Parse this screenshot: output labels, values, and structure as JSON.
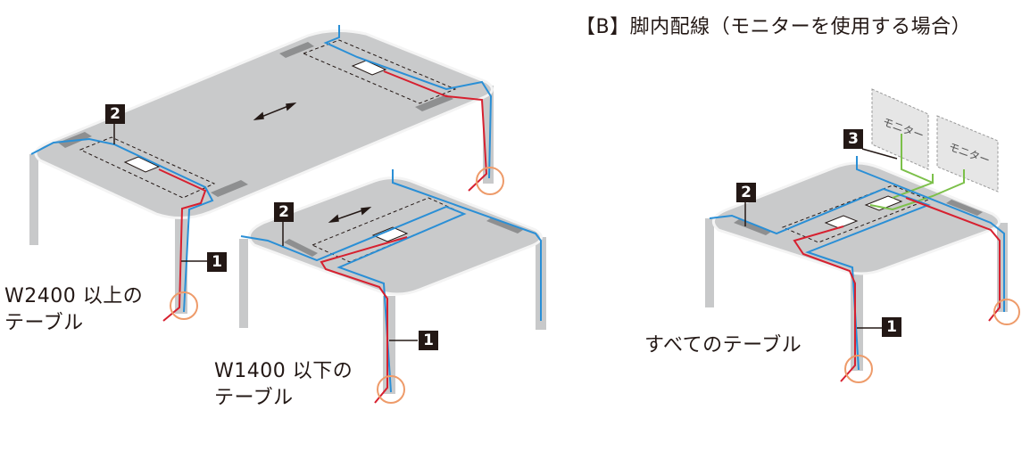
{
  "heading": "【B】脚内配線（モニターを使用する場合）",
  "labels": {
    "large_table": "W2400 以上の\nテーブル",
    "small_table": "W1400 以下の\nテーブル",
    "all_tables": "すべてのテーブル"
  },
  "markers": {
    "one": "1",
    "two": "2",
    "three": "3"
  },
  "monitor_label": "モニター",
  "colors": {
    "table_top": "#c9cacb",
    "cable_red": "#d7202f",
    "cable_blue": "#2a8fd6",
    "cable_green": "#7cc04a",
    "circle": "#ee9b6a"
  }
}
